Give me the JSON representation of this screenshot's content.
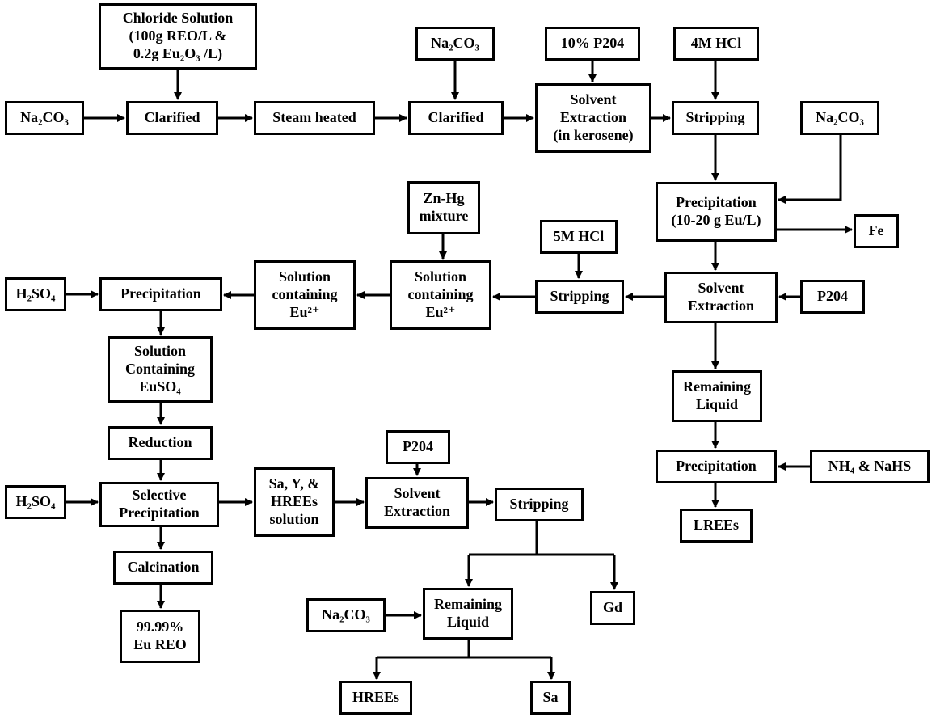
{
  "nodes": {
    "chloride": [
      "Chloride Solution",
      "(100g REO/L &",
      "0.2g Eu₂O₃ /L)"
    ],
    "na2co3_a": [
      "Na₂CO₃"
    ],
    "clarified_1": [
      "Clarified"
    ],
    "steam": [
      "Steam heated"
    ],
    "na2co3_b": [
      "Na₂CO₃"
    ],
    "clarified_2": [
      "Clarified"
    ],
    "p204_10": [
      "10% P204"
    ],
    "sx_kerosene": [
      "Solvent",
      "Extraction",
      "(in kerosene)"
    ],
    "hcl_4m": [
      "4M HCl"
    ],
    "stripping_1": [
      "Stripping"
    ],
    "na2co3_c": [
      "Na₂CO₃"
    ],
    "precip_eu": [
      "Precipitation",
      "(10-20 g Eu/L)"
    ],
    "fe": [
      "Fe"
    ],
    "zn_hg": [
      "Zn-Hg",
      "mixture"
    ],
    "hcl_5m": [
      "5M HCl"
    ],
    "h2so4_a": [
      "H₂SO₄"
    ],
    "precip_1": [
      "Precipitation"
    ],
    "eu2_a": [
      "Solution",
      "containing",
      "Eu²⁺"
    ],
    "eu2_b": [
      "Solution",
      "containing",
      "Eu²⁺"
    ],
    "stripping_2": [
      "Stripping"
    ],
    "sx_2": [
      "Solvent",
      "Extraction"
    ],
    "p204_a": [
      "P204"
    ],
    "euso4": [
      "Solution",
      "Containing",
      "EuSO₄"
    ],
    "remaining_1": [
      "Remaining",
      "Liquid"
    ],
    "reduction": [
      "Reduction"
    ],
    "precip_2": [
      "Precipitation"
    ],
    "nh4_nahs": [
      "NH₄ & NaHS"
    ],
    "h2so4_b": [
      "H₂SO₄"
    ],
    "sel_precip": [
      "Selective",
      "Precipitation"
    ],
    "sa_y_hrees": [
      "Sa, Y, &",
      "HREEs",
      "solution"
    ],
    "p204_b": [
      "P204"
    ],
    "sx_3": [
      "Solvent",
      "Extraction"
    ],
    "stripping_3": [
      "Stripping"
    ],
    "lrees": [
      "LREEs"
    ],
    "calcination": [
      "Calcination"
    ],
    "gd": [
      "Gd"
    ],
    "na2co3_d": [
      "Na₂CO₃"
    ],
    "remaining_2": [
      "Remaining",
      "Liquid"
    ],
    "eu_reo": [
      "99.99%",
      "Eu REO"
    ],
    "hrees": [
      "HREEs"
    ],
    "sa": [
      "Sa"
    ]
  }
}
